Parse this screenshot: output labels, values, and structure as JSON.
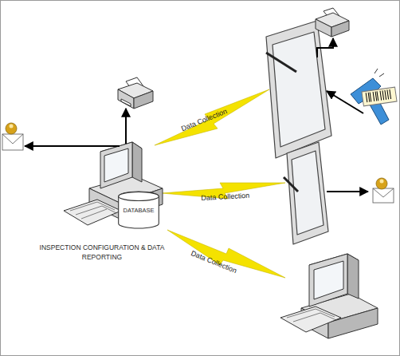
{
  "diagram": {
    "nodes": [
      {
        "text": [
          "INSPECTION CONFIGURATION & DATA REPORTING"
        ]
      },
      {
        "text": [
          "DATABASE"
        ],
        "in": 0
      }
    ],
    "labels": [
      "Data Collection",
      "Data Collection",
      "Data Collection"
    ]
  }
}
